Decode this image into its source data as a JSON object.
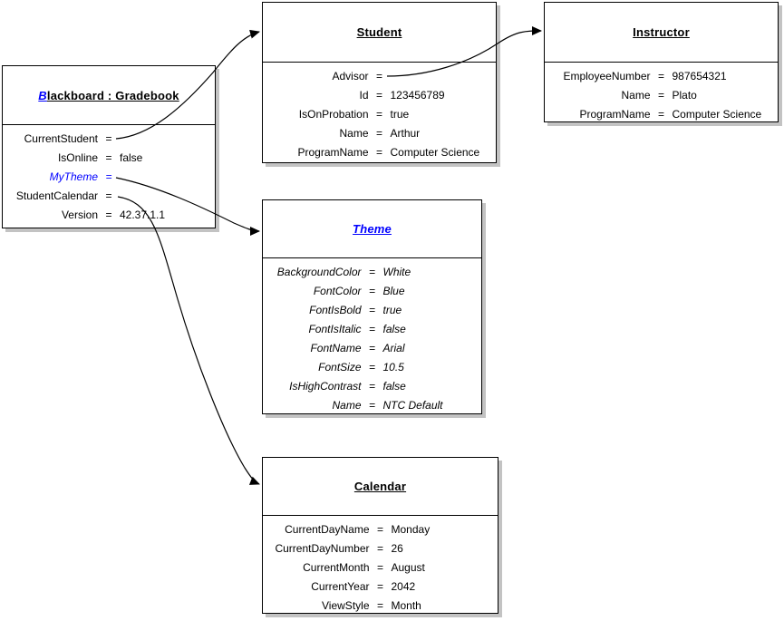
{
  "colors": {
    "accent_blue": "#0000ff",
    "line": "#000000",
    "shadow": "#c3c3c3",
    "background": "#ffffff"
  },
  "equals": "=",
  "boxes": {
    "gradebook": {
      "title_prefix": "B",
      "title_rest": "lackboard : Gradebook",
      "rows": [
        {
          "name": "CurrentStudent",
          "value": ""
        },
        {
          "name": "IsOnline",
          "value": "false"
        },
        {
          "name": "MyTheme",
          "value": ""
        },
        {
          "name": "StudentCalendar",
          "value": ""
        },
        {
          "name": "Version",
          "value": "42.37.1.1"
        }
      ]
    },
    "student": {
      "title": "Student",
      "rows": [
        {
          "name": "Advisor",
          "value": ""
        },
        {
          "name": "Id",
          "value": "123456789"
        },
        {
          "name": "IsOnProbation",
          "value": "true"
        },
        {
          "name": "Name",
          "value": "Arthur"
        },
        {
          "name": "ProgramName",
          "value": "Computer Science"
        }
      ]
    },
    "instructor": {
      "title": "Instructor",
      "rows": [
        {
          "name": "EmployeeNumber",
          "value": "987654321"
        },
        {
          "name": "Name",
          "value": "Plato"
        },
        {
          "name": "ProgramName",
          "value": "Computer Science"
        }
      ]
    },
    "theme": {
      "title": "Theme",
      "rows": [
        {
          "name": "BackgroundColor",
          "value": "White"
        },
        {
          "name": "FontColor",
          "value": "Blue"
        },
        {
          "name": "FontIsBold",
          "value": "true"
        },
        {
          "name": "FontIsItalic",
          "value": "false"
        },
        {
          "name": "FontName",
          "value": "Arial"
        },
        {
          "name": "FontSize",
          "value": "10.5"
        },
        {
          "name": "IsHighContrast",
          "value": "false"
        },
        {
          "name": "Name",
          "value": "NTC Default"
        }
      ]
    },
    "calendar": {
      "title": "Calendar",
      "rows": [
        {
          "name": "CurrentDayName",
          "value": "Monday"
        },
        {
          "name": "CurrentDayNumber",
          "value": "26"
        },
        {
          "name": "CurrentMonth",
          "value": "August"
        },
        {
          "name": "CurrentYear",
          "value": "2042"
        },
        {
          "name": "ViewStyle",
          "value": "Month"
        }
      ]
    }
  },
  "connectors": [
    {
      "from_property": "CurrentStudent",
      "from_box": "Blackboard : Gradebook",
      "to_box": "Student"
    },
    {
      "from_property": "Advisor",
      "from_box": "Student",
      "to_box": "Instructor"
    },
    {
      "from_property": "MyTheme",
      "from_box": "Blackboard : Gradebook",
      "to_box": "Theme"
    },
    {
      "from_property": "StudentCalendar",
      "from_box": "Blackboard : Gradebook",
      "to_box": "Calendar"
    }
  ]
}
